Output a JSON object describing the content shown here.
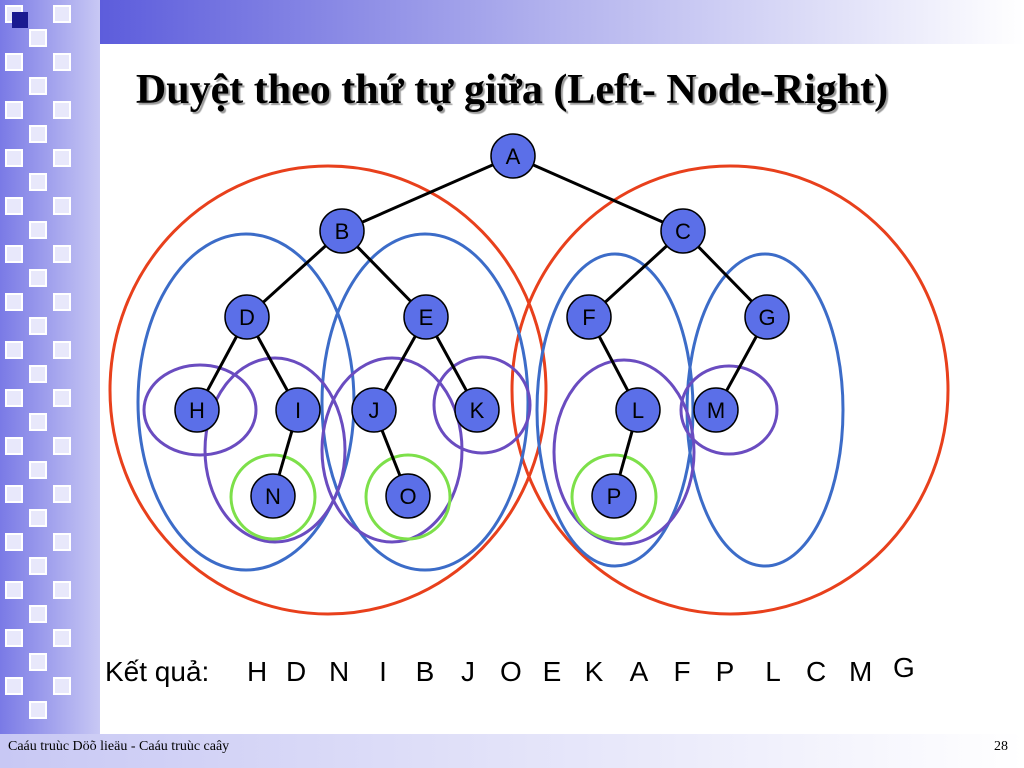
{
  "slide": {
    "title": "Duyệt theo thứ tự giữa (Left- Node-Right)",
    "result_label": "Kết quả:",
    "result_sequence": [
      "H",
      "D",
      "N",
      "I",
      "B",
      "J",
      "O",
      "E",
      "K",
      "A",
      "F",
      "P",
      "L",
      "C",
      "M",
      "G"
    ],
    "footer_left": "Caáu truùc Döõ lieäu - Caáu truùc caây",
    "page_number": "28"
  },
  "tree": {
    "nodes": [
      "A",
      "B",
      "C",
      "D",
      "E",
      "F",
      "G",
      "H",
      "I",
      "J",
      "K",
      "L",
      "M",
      "N",
      "O",
      "P"
    ],
    "edges": [
      [
        "A",
        "B"
      ],
      [
        "A",
        "C"
      ],
      [
        "B",
        "D"
      ],
      [
        "B",
        "E"
      ],
      [
        "C",
        "F"
      ],
      [
        "C",
        "G"
      ],
      [
        "D",
        "H"
      ],
      [
        "D",
        "I"
      ],
      [
        "E",
        "J"
      ],
      [
        "E",
        "K"
      ],
      [
        "F",
        "L"
      ],
      [
        "G",
        "M"
      ],
      [
        "I",
        "N"
      ],
      [
        "J",
        "O"
      ],
      [
        "L",
        "P"
      ]
    ]
  },
  "colors": {
    "node_fill": "#5b6fe8",
    "node_stroke": "#000000",
    "edge": "#000000",
    "level1_ellipse": "#e8401c",
    "level2_ellipse": "#3c6cc8",
    "level3_ellipse": "#6a4cc0",
    "leaf_circle": "#7de04a",
    "title_text": "#000000"
  }
}
